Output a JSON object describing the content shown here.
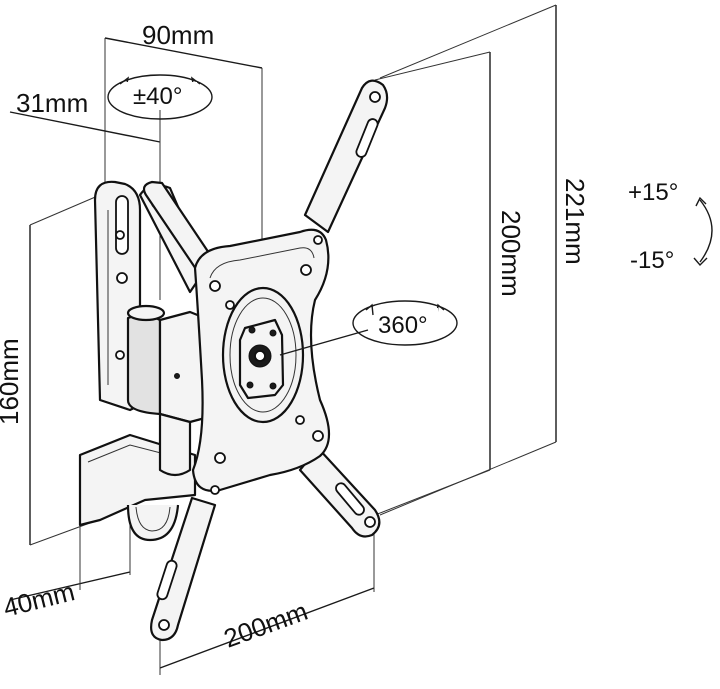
{
  "dimensions": {
    "width_top": "90mm",
    "offset": "31mm",
    "height_plate": "160mm",
    "depth_min": "40mm",
    "vesa_width": "200mm",
    "vesa_height": "200mm",
    "max_height": "221mm"
  },
  "angles": {
    "swivel": "±40°",
    "rotation": "360°",
    "tilt_up": "+15°",
    "tilt_down": "-15°"
  },
  "colors": {
    "line": "#1a1a1a",
    "background": "#ffffff"
  }
}
